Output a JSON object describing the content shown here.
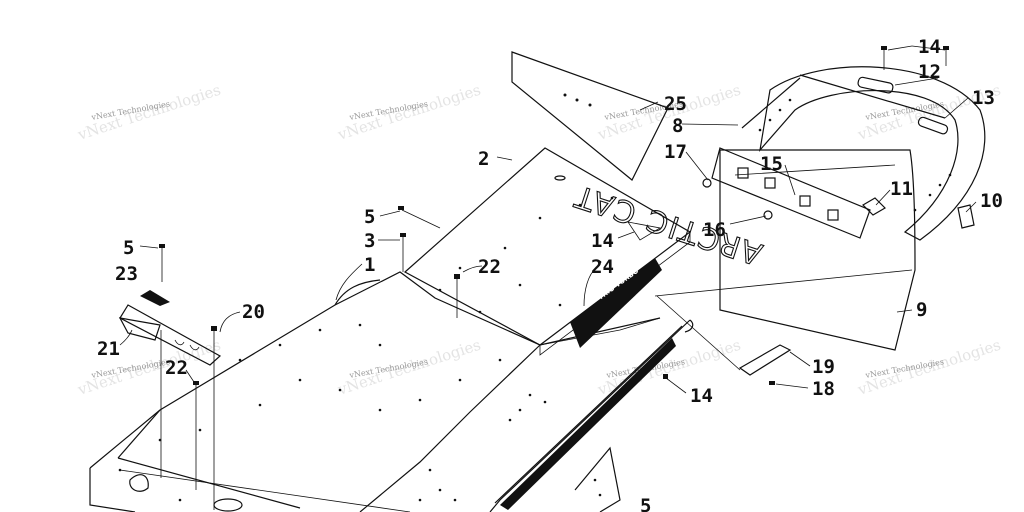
{
  "callouts": [
    {
      "id": "c1",
      "label": "1"
    },
    {
      "id": "c2",
      "label": "2"
    },
    {
      "id": "c3",
      "label": "3"
    },
    {
      "id": "c5a",
      "label": "5"
    },
    {
      "id": "c5b",
      "label": "5"
    },
    {
      "id": "c5c",
      "label": "5"
    },
    {
      "id": "c8",
      "label": "8"
    },
    {
      "id": "c9",
      "label": "9"
    },
    {
      "id": "c10",
      "label": "10"
    },
    {
      "id": "c11",
      "label": "11"
    },
    {
      "id": "c12",
      "label": "12"
    },
    {
      "id": "c13",
      "label": "13"
    },
    {
      "id": "c14a",
      "label": "14"
    },
    {
      "id": "c14b",
      "label": "14"
    },
    {
      "id": "c14c",
      "label": "14"
    },
    {
      "id": "c15",
      "label": "15"
    },
    {
      "id": "c16",
      "label": "16"
    },
    {
      "id": "c17",
      "label": "17"
    },
    {
      "id": "c18",
      "label": "18"
    },
    {
      "id": "c19",
      "label": "19"
    },
    {
      "id": "c20",
      "label": "20"
    },
    {
      "id": "c21",
      "label": "21"
    },
    {
      "id": "c22a",
      "label": "22"
    },
    {
      "id": "c22b",
      "label": "22"
    },
    {
      "id": "c23",
      "label": "23"
    },
    {
      "id": "c24",
      "label": "24"
    },
    {
      "id": "c25",
      "label": "25"
    }
  ],
  "watermark": {
    "text": "vNext Technologies"
  },
  "decals": {
    "brand": "ARCTIC CAT",
    "side_decal": "TRIO TURBO"
  }
}
